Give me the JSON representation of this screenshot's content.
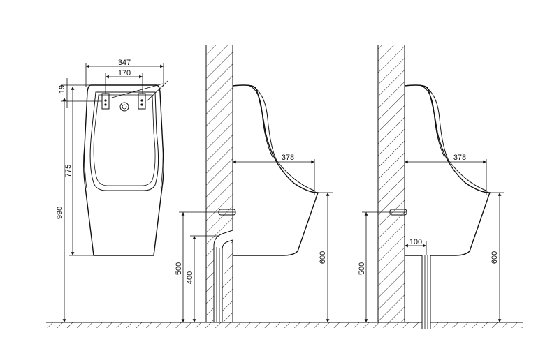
{
  "front_view": {
    "width_overall": "347",
    "width_inlet_spacing": "170",
    "top_offset": "19",
    "body_height": "775",
    "mount_height": "990"
  },
  "side_view_concealed": {
    "projection": "378",
    "rim_height": "600",
    "inlet_height": "500",
    "outlet_height": "400"
  },
  "side_view_floor": {
    "projection": "378",
    "rim_height": "600",
    "inlet_height": "500",
    "outlet_offset": "100"
  }
}
